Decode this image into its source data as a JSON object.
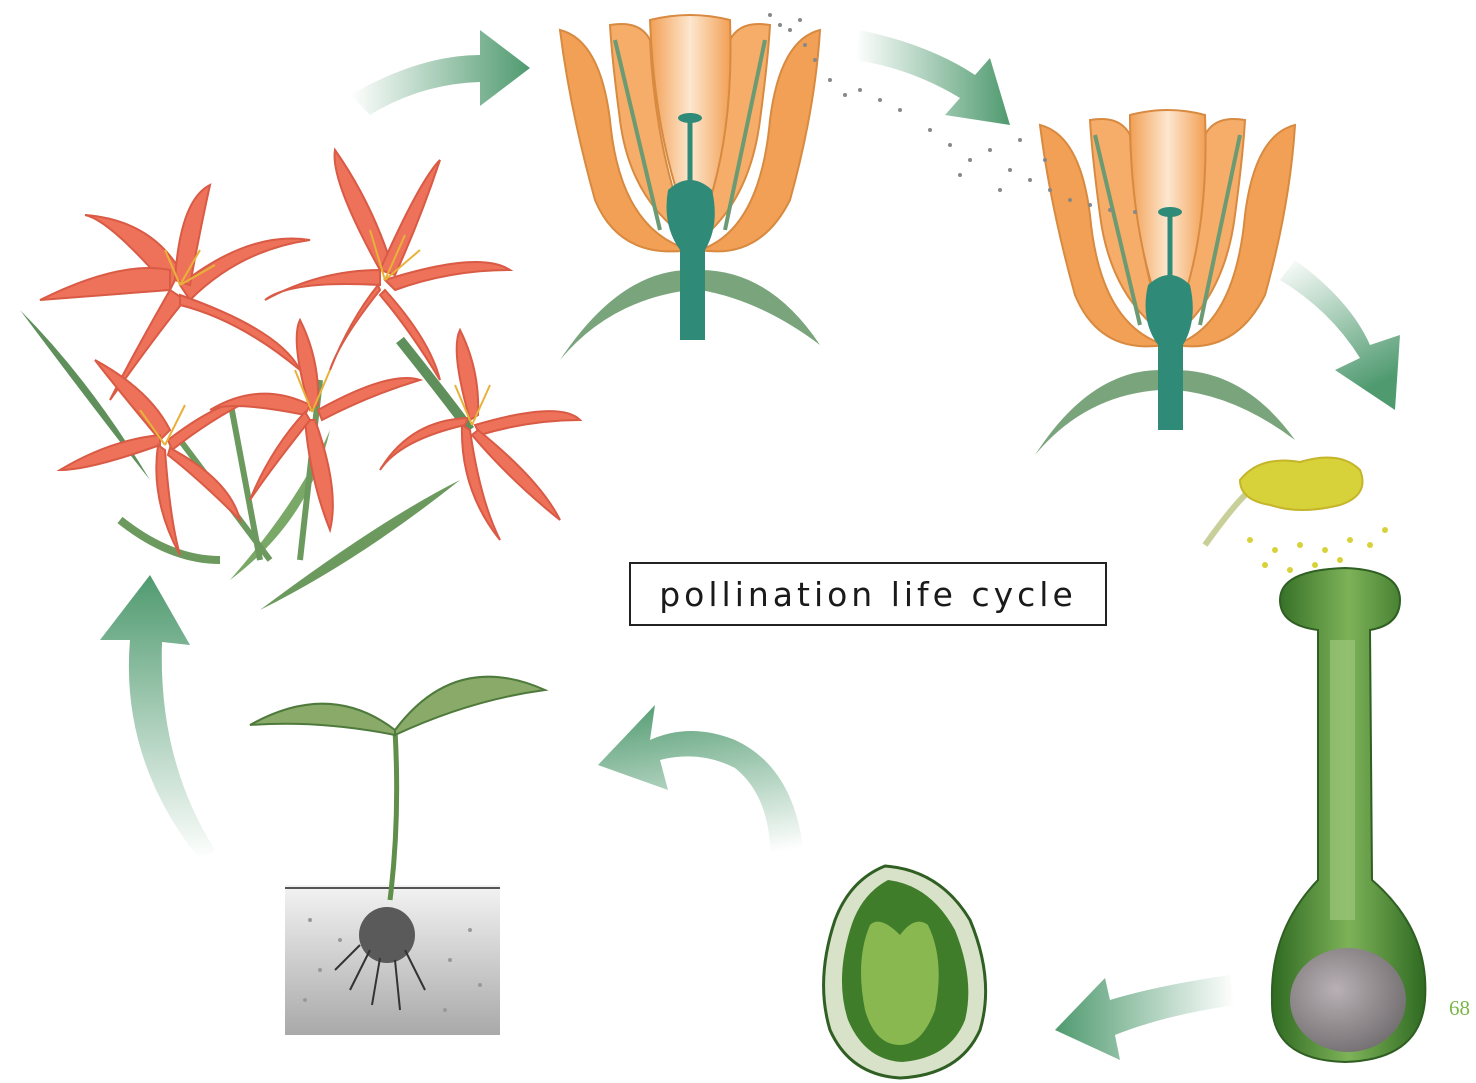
{
  "diagram": {
    "title": "pollination life cycle",
    "page_number": "68",
    "colors": {
      "arrow": "#4f9a6f",
      "petal_orange": "#f4a55c",
      "lily_red": "#ee7159",
      "stem_teal": "#2f8a78",
      "leaf_green": "#6c9a72",
      "pollen_yellow": "#d8d23a",
      "pollen_tube_green": "#4f8a38",
      "seed_green": "#8ab850"
    },
    "stages": [
      {
        "name": "lily-plant-in-bloom"
      },
      {
        "name": "flower-cross-section-releasing-pollen"
      },
      {
        "name": "flower-cross-section-receiving-pollen"
      },
      {
        "name": "pollen-grains-landing-on-stigma"
      },
      {
        "name": "pollen-tube-growing-to-ovule"
      },
      {
        "name": "seed-with-embryo"
      },
      {
        "name": "seedling-growing-in-soil"
      }
    ],
    "arrows": [
      {
        "name": "arrow-plant-to-flower"
      },
      {
        "name": "arrow-flower-to-pollinated-flower"
      },
      {
        "name": "arrow-pollinated-flower-to-stigma"
      },
      {
        "name": "arrow-pollen-tube-to-seed"
      },
      {
        "name": "arrow-seed-to-seedling"
      },
      {
        "name": "arrow-seedling-to-plant"
      }
    ]
  }
}
